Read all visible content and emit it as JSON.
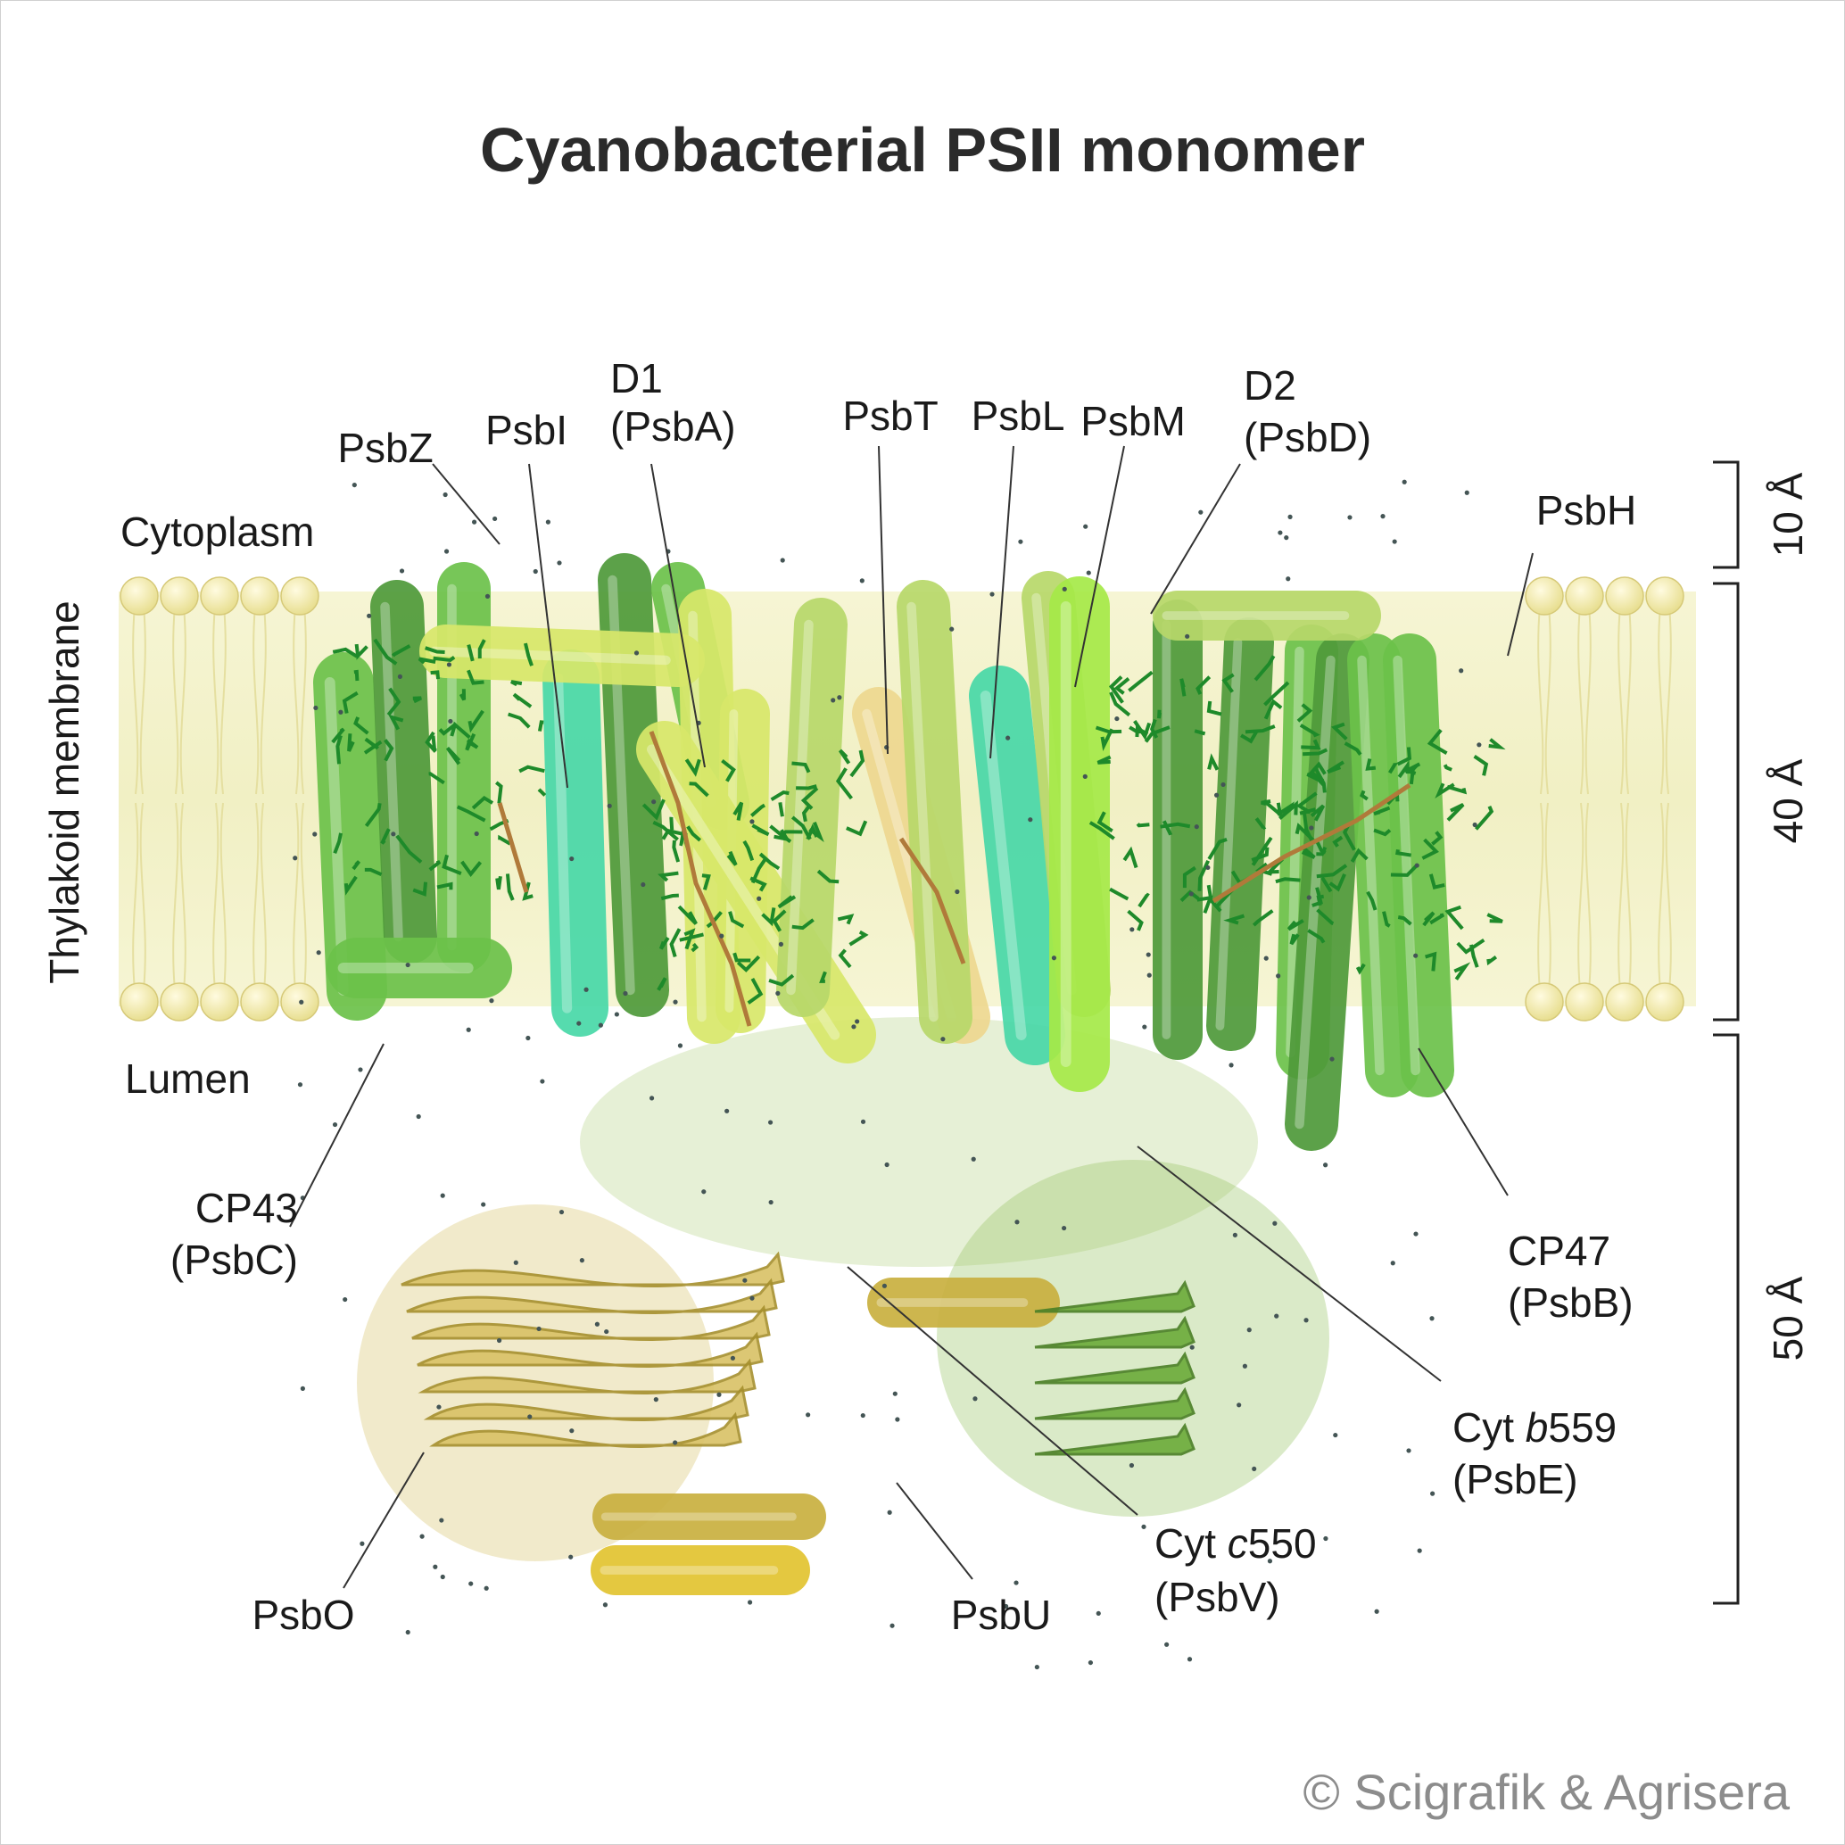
{
  "title": "Cyanobacterial PSII monomer",
  "regions": {
    "cytoplasm": "Cytoplasm",
    "membrane": "Thylakoid membrane",
    "lumen": "Lumen"
  },
  "labels": {
    "psbz": "PsbZ",
    "psbi": "PsbI",
    "d1_name": "D1",
    "d1_gene": "(PsbA)",
    "psbt": "PsbT",
    "psbl": "PsbL",
    "psbm": "PsbM",
    "d2_name": "D2",
    "d2_gene": "(PsbD)",
    "psbh": "PsbH",
    "cp43_name": "CP43",
    "cp43_gene": "(PsbC)",
    "cp47_name": "CP47",
    "cp47_gene": "(PsbB)",
    "cytb_prefix": "Cyt ",
    "cytb_italic": "b",
    "cytb_num": "559",
    "cytb_gene": "(PsbE)",
    "cytc_prefix": "Cyt ",
    "cytc_italic": "c",
    "cytc_num": "550",
    "cytc_gene": "(PsbV)",
    "psbo": "PsbO",
    "psbu": "PsbU"
  },
  "scale": {
    "top": "10 Å",
    "middle": "40 Å",
    "bottom": "50 Å"
  },
  "copyright": "© Scigrafik & Agrisera",
  "colors": {
    "membrane_fill": "#f4f3cc",
    "lipid_head": "#f0e9a0",
    "green_dark": "#4f9a3a",
    "green_mid": "#6cc24a",
    "green_light": "#b8d86a",
    "yellow_green": "#d8e86a",
    "cyan": "#48d8a8",
    "gold": "#c9b040",
    "chlorophyll": "#1e8a2a",
    "carotenoid": "#b07a3a"
  }
}
